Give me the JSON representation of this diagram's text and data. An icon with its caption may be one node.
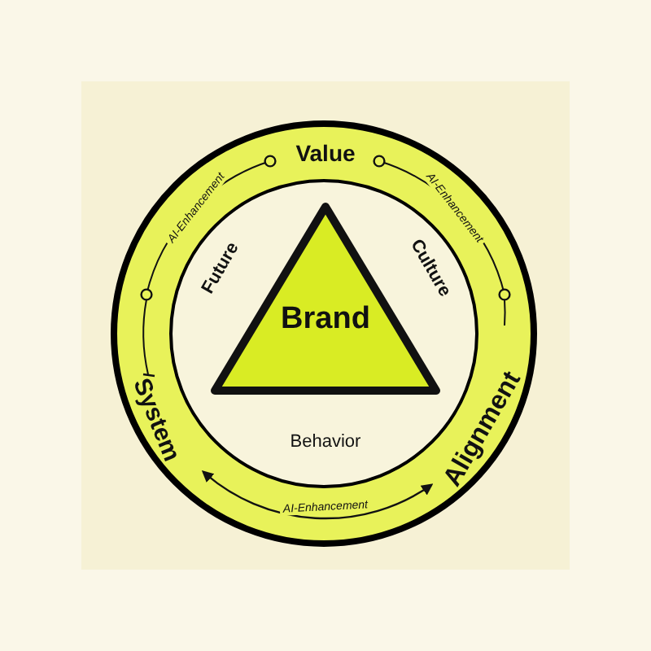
{
  "diagram": {
    "nodes": [
      {
        "text": [
          "Value",
          "System",
          "Alignment"
        ]
      },
      {
        "text": [
          "Future",
          "Culture",
          "Behavior"
        ],
        "in": 0
      },
      {
        "text": [
          "Brand"
        ],
        "in": 1
      }
    ],
    "labels": [
      "AI-Enhancement",
      "AI-Enhancement",
      "AI-Enhancement"
    ]
  }
}
